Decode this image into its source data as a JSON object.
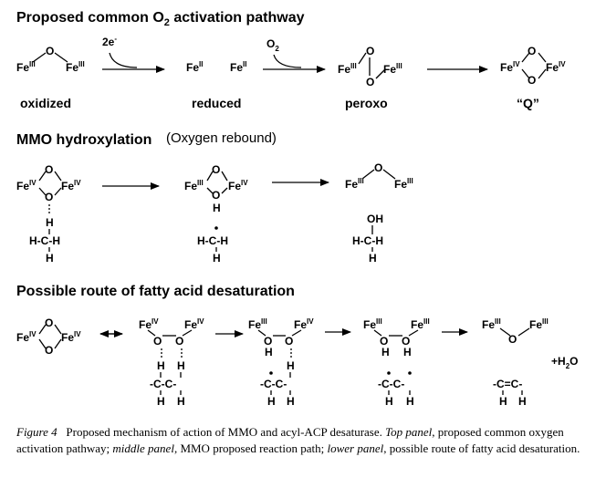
{
  "headings": {
    "top": "Proposed common O",
    "top_sub": "2",
    "top_rest": " activation pathway",
    "middle": "MMO hydroxylation",
    "middle_note": "(Oxygen rebound)",
    "bottom": "Possible route of fatty acid desaturation"
  },
  "atoms": {
    "fe": "Fe",
    "o": "O",
    "h": "H",
    "c": "C",
    "oh": "OH",
    "cc_double": "-C=C-",
    "cc": "-C-C-",
    "hch": "H-C-H"
  },
  "ox_states": {
    "ii": "II",
    "iii": "III",
    "iv": "IV"
  },
  "reagents": {
    "electrons": "2e",
    "electrons_sup": "-",
    "o2": "O",
    "o2_sub": "2",
    "water": "+H",
    "water_sub": "2",
    "water_rest": "O"
  },
  "state_labels": {
    "oxidized": "oxidized",
    "reduced": "reduced",
    "peroxo": "peroxo",
    "q": "“Q”"
  },
  "caption": {
    "fig": "Figure 4",
    "text1": "Proposed mechanism of action of MMO and acyl-ACP desaturase.",
    "top_panel": "Top panel",
    "text2": ", proposed common oxygen activation pathway;",
    "middle_panel": "middle panel",
    "text3": ", MMO proposed reaction path;",
    "lower_panel": "lower panel",
    "text4": ", possible route of fatty acid desaturation."
  }
}
